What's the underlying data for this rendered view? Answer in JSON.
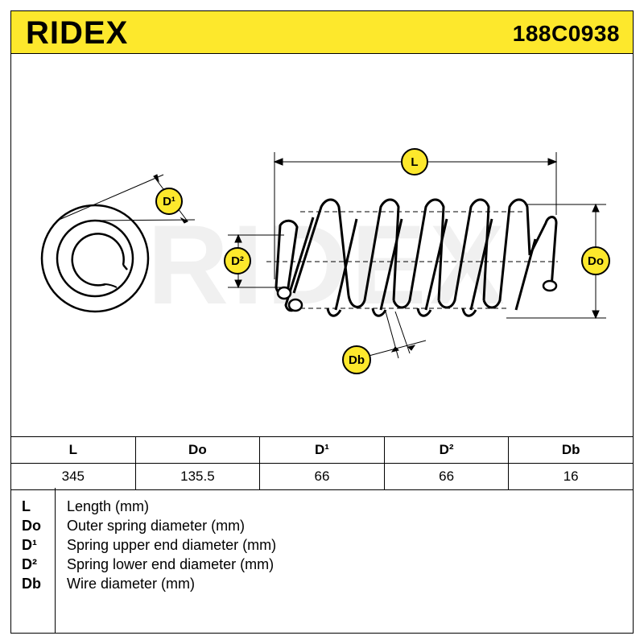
{
  "brand": {
    "name": "RIDEX",
    "accent_color": "#fde82c",
    "watermark": "RIDEX"
  },
  "part_number": "188C0938",
  "diagram": {
    "end_view_label": "D¹",
    "length_label": "L",
    "lower_end_label": "D²",
    "outer_diameter_label": "Do",
    "wire_label": "Db",
    "icon": "coil-spring-icon"
  },
  "specs": {
    "headers": [
      "L",
      "Do",
      "D¹",
      "D²",
      "Db"
    ],
    "values": [
      "345",
      "135.5",
      "66",
      "66",
      "16"
    ]
  },
  "legend": [
    {
      "symbol": "L",
      "description": "Length (mm)"
    },
    {
      "symbol": "Do",
      "description": "Outer spring diameter (mm)"
    },
    {
      "symbol": "D¹",
      "description": "Spring upper end diameter (mm)"
    },
    {
      "symbol": "D²",
      "description": "Spring lower end diameter (mm)"
    },
    {
      "symbol": "Db",
      "description": "Wire diameter (mm)"
    }
  ]
}
